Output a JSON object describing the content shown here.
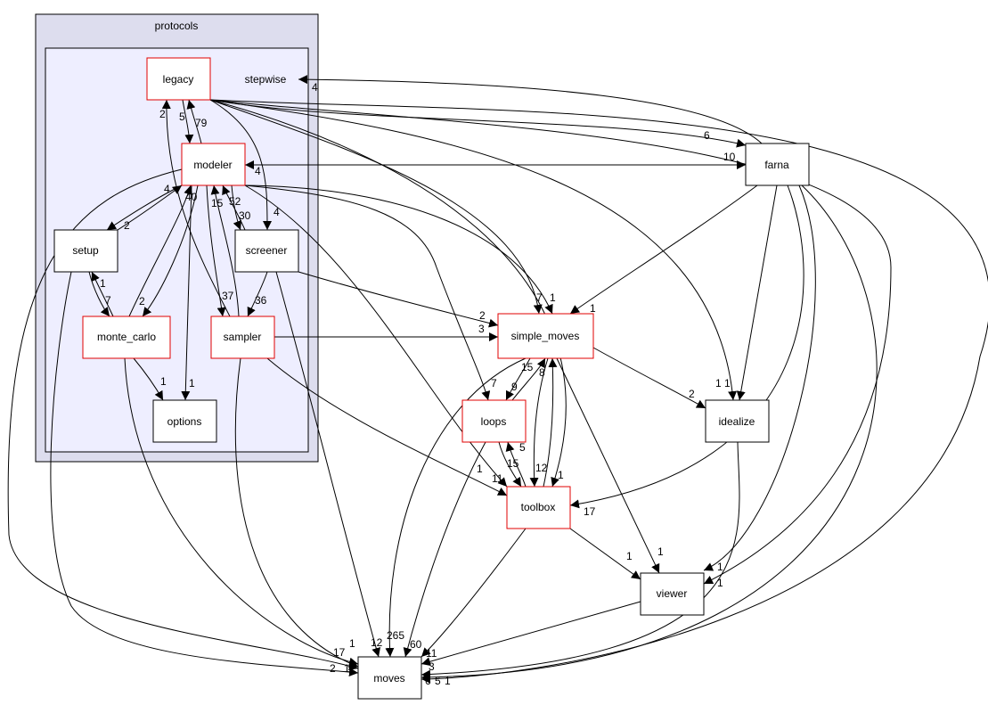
{
  "clusters": {
    "outer": "protocols"
  },
  "nodes": {
    "legacy": "legacy",
    "stepwise": "stepwise",
    "modeler": "modeler",
    "setup": "setup",
    "screener": "screener",
    "monte_carlo": "monte_carlo",
    "sampler": "sampler",
    "options": "options",
    "farna": "farna",
    "simple_moves": "simple_moves",
    "loops": "loops",
    "idealize": "idealize",
    "toolbox": "toolbox",
    "viewer": "viewer",
    "moves": "moves"
  },
  "colors": {
    "cluster_outer": "#ddddee",
    "cluster_inner": "#eeeeff",
    "highlight_border": "#e00000"
  },
  "edges": [
    {
      "from": "legacy",
      "to": "modeler",
      "label": "79"
    },
    {
      "from": "modeler",
      "to": "legacy",
      "label": "5"
    },
    {
      "from": "sampler",
      "to": "legacy",
      "label": "2"
    },
    {
      "from": "farna",
      "to": "stepwise",
      "label": "4"
    },
    {
      "from": "legacy",
      "to": "farna",
      "label": "6"
    },
    {
      "from": "modeler",
      "to": "farna",
      "label": "10"
    },
    {
      "from": "farna",
      "to": "modeler",
      "label": "4"
    },
    {
      "from": "legacy",
      "to": "screener",
      "label": "4"
    },
    {
      "from": "modeler",
      "to": "setup",
      "label": "2"
    },
    {
      "from": "setup",
      "to": "modeler",
      "label": "4"
    },
    {
      "from": "monte_carlo",
      "to": "modeler",
      "label": "40"
    },
    {
      "from": "modeler",
      "to": "monte_carlo",
      "label": "2"
    },
    {
      "from": "setup",
      "to": "monte_carlo",
      "label": "7"
    },
    {
      "from": "monte_carlo",
      "to": "setup",
      "label": "1"
    },
    {
      "from": "modeler",
      "to": "sampler",
      "label": "37"
    },
    {
      "from": "sampler",
      "to": "modeler",
      "label": "15"
    },
    {
      "from": "screener",
      "to": "modeler",
      "label": "52"
    },
    {
      "from": "modeler",
      "to": "screener",
      "label": "30"
    },
    {
      "from": "screener",
      "to": "sampler",
      "label": "36"
    },
    {
      "from": "monte_carlo",
      "to": "options",
      "label": "1"
    },
    {
      "from": "modeler",
      "to": "options",
      "label": "1"
    },
    {
      "from": "legacy",
      "to": "simple_moves",
      "label": "7"
    },
    {
      "from": "modeler",
      "to": "simple_moves",
      "label": "1"
    },
    {
      "from": "farna",
      "to": "simple_moves",
      "label": "1"
    },
    {
      "from": "screener",
      "to": "simple_moves",
      "label": "2"
    },
    {
      "from": "sampler",
      "to": "simple_moves",
      "label": "3"
    },
    {
      "from": "modeler",
      "to": "loops",
      "label": "7"
    },
    {
      "from": "simple_moves",
      "to": "loops",
      "label": "9"
    },
    {
      "from": "loops",
      "to": "simple_moves",
      "label": "15"
    },
    {
      "from": "loops",
      "to": "toolbox",
      "label": "15"
    },
    {
      "from": "toolbox",
      "to": "loops",
      "label": "5"
    },
    {
      "from": "simple_moves",
      "to": "toolbox",
      "label": "12"
    },
    {
      "from": "toolbox",
      "to": "simple_moves",
      "label": "8"
    },
    {
      "from": "simple_moves",
      "to": "idealize",
      "label": "2"
    },
    {
      "from": "legacy",
      "to": "idealize",
      "label": "1"
    },
    {
      "from": "farna",
      "to": "idealize",
      "label": "1"
    },
    {
      "from": "farna",
      "to": "toolbox",
      "label": "17"
    },
    {
      "from": "legacy",
      "to": "toolbox",
      "label": "1"
    },
    {
      "from": "modeler",
      "to": "toolbox",
      "label": "11"
    },
    {
      "from": "sampler",
      "to": "toolbox",
      "label": "1"
    },
    {
      "from": "toolbox",
      "to": "viewer",
      "label": "1"
    },
    {
      "from": "simple_moves",
      "to": "viewer",
      "label": "1"
    },
    {
      "from": "farna",
      "to": "viewer",
      "label": "1"
    },
    {
      "from": "legacy",
      "to": "viewer",
      "label": "1"
    },
    {
      "from": "modeler",
      "to": "moves",
      "label": "17"
    },
    {
      "from": "setup",
      "to": "moves",
      "label": "2"
    },
    {
      "from": "monte_carlo",
      "to": "moves",
      "label": "1"
    },
    {
      "from": "screener",
      "to": "moves",
      "label": "12"
    },
    {
      "from": "sampler",
      "to": "moves",
      "label": "1"
    },
    {
      "from": "simple_moves",
      "to": "moves",
      "label": "265"
    },
    {
      "from": "loops",
      "to": "moves",
      "label": "60"
    },
    {
      "from": "toolbox",
      "to": "moves",
      "label": "11"
    },
    {
      "from": "viewer",
      "to": "moves",
      "label": "3"
    },
    {
      "from": "idealize",
      "to": "moves",
      "label": "6"
    },
    {
      "from": "farna",
      "to": "moves",
      "label": "5"
    },
    {
      "from": "legacy",
      "to": "moves",
      "label": "1"
    }
  ]
}
